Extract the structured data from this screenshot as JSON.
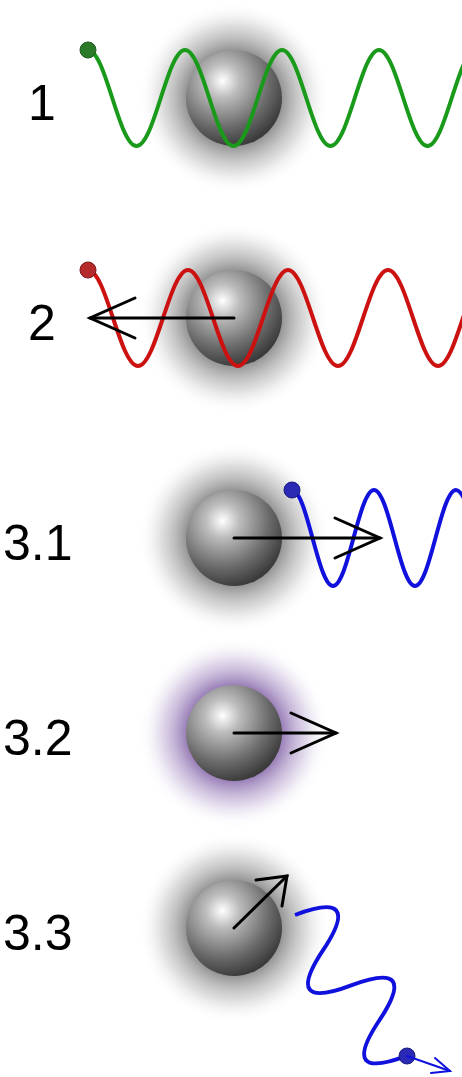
{
  "diagram": {
    "labels": [
      "1",
      "2",
      "3.1",
      "3.2",
      "3.3"
    ]
  }
}
